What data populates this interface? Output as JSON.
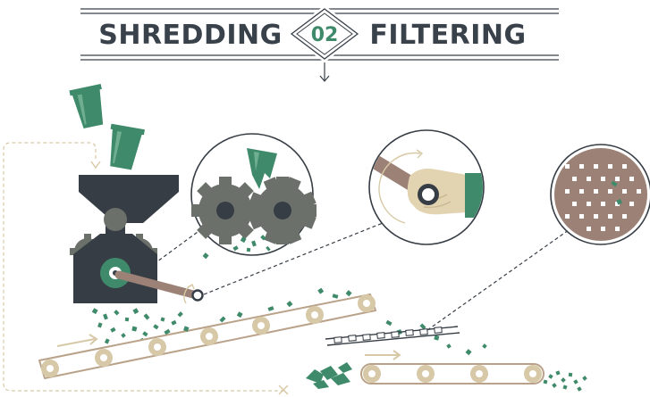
{
  "header": {
    "left_label": "SHREDDING",
    "step_number": "02",
    "right_label": "FILTERING"
  },
  "colors": {
    "dark": "#363d45",
    "green": "#3f8a6a",
    "gray": "#6c706a",
    "brown": "#9b8176",
    "beige": "#d7c9a7",
    "belt": "#b9a289",
    "hand": "#e2d4b1"
  }
}
